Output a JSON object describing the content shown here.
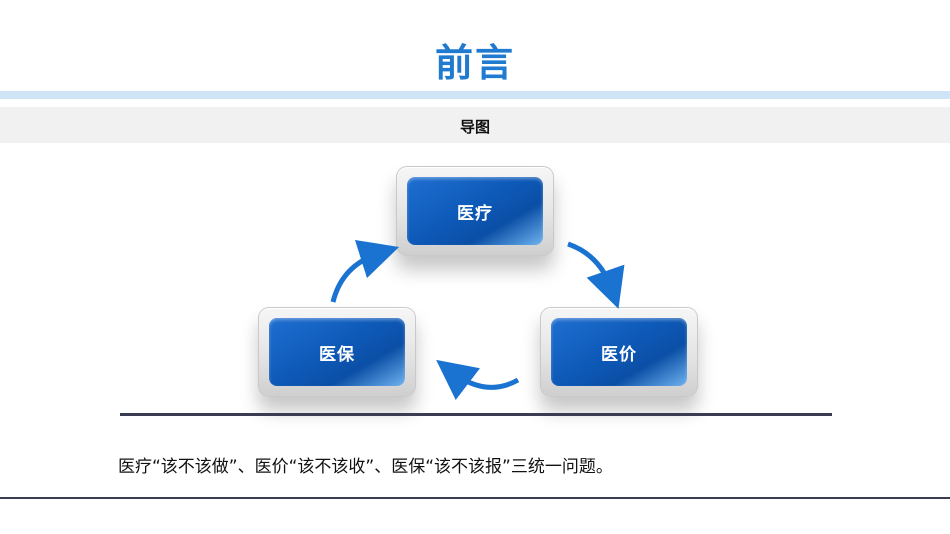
{
  "title": "前言",
  "section": {
    "label": "导图"
  },
  "diagram": {
    "nodes": [
      {
        "label": "医疗"
      },
      {
        "label": "医保"
      },
      {
        "label": "医价"
      }
    ],
    "colors": {
      "node_blue": "#1565c0",
      "arrow_blue": "#1a73d0"
    }
  },
  "summary": "医疗“该不该做”、医价“该不该收”、医保“该不该报”三统一问题。"
}
